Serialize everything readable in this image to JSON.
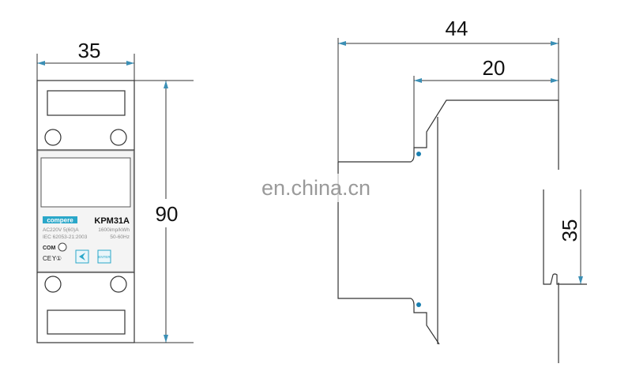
{
  "dimensions": {
    "front_width": "35",
    "front_height": "90",
    "side_depth_total": "44",
    "side_depth_front": "20",
    "rail_width": "35"
  },
  "device": {
    "brand": "compere",
    "model": "KPM31A",
    "rating": "AC220V  5(60)A",
    "impulse": "1600imp/kWh",
    "standard": "IEC 62053-21:2003",
    "frequency": "50-60Hz",
    "com_label": "COM",
    "cert_marks": "CE",
    "enter_label": "ENTER"
  },
  "watermark": "en.china.cn",
  "colors": {
    "accent": "#2aa7c9",
    "dot": "#1a7fb0",
    "arrow": "#3b8fb5"
  }
}
